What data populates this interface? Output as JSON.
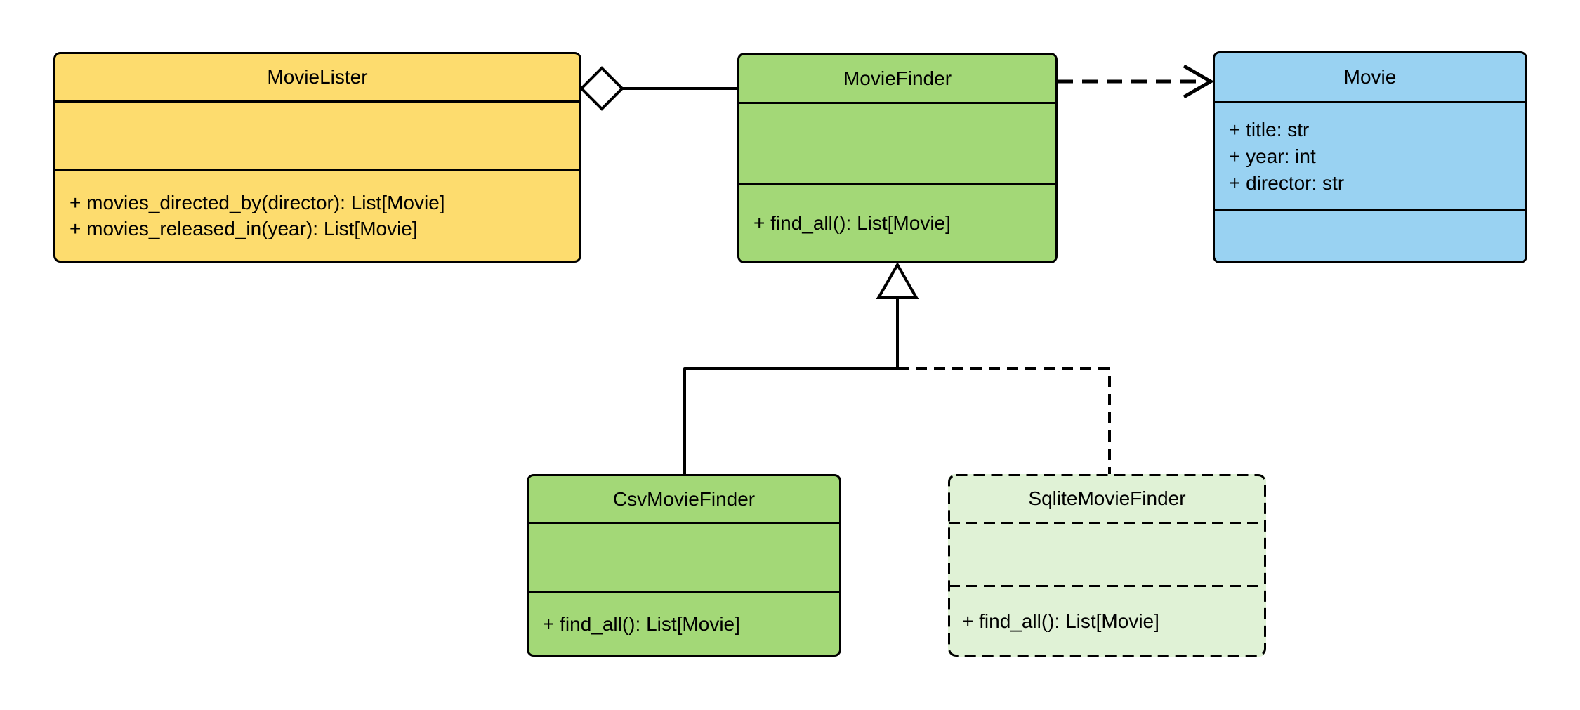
{
  "diagram": {
    "kind": "uml-class-diagram",
    "background_color": "#ffffff",
    "line_color": "#000000"
  },
  "classes": [
    {
      "name": "MovieLister",
      "fill": "#FDDC6E",
      "border_style": "solid",
      "attributes": [],
      "methods": [
        "+ movies_directed_by(director): List[Movie]",
        "+ movies_released_in(year): List[Movie]"
      ]
    },
    {
      "name": "MovieFinder",
      "fill": "#A3D877",
      "border_style": "solid",
      "attributes": [],
      "methods": [
        "+ find_all(): List[Movie]"
      ]
    },
    {
      "name": "Movie",
      "fill": "#99D2F2",
      "border_style": "solid",
      "attributes": [
        "+ title: str",
        "+ year: int",
        "+ director: str"
      ],
      "methods": []
    },
    {
      "name": "CsvMovieFinder",
      "fill": "#A3D877",
      "border_style": "solid",
      "attributes": [],
      "methods": [
        "+ find_all(): List[Movie]"
      ]
    },
    {
      "name": "SqliteMovieFinder",
      "fill": "#E0F2D6",
      "border_style": "dashed",
      "attributes": [],
      "methods": [
        "+ find_all(): List[Movie]"
      ]
    }
  ],
  "relationships": [
    {
      "from": "MovieLister",
      "to": "MovieFinder",
      "type": "aggregation",
      "line": "solid",
      "marker": "open-diamond"
    },
    {
      "from": "MovieFinder",
      "to": "Movie",
      "type": "dependency",
      "line": "dashed",
      "marker": "open-arrow"
    },
    {
      "from": "CsvMovieFinder",
      "to": "MovieFinder",
      "type": "generalization",
      "line": "solid",
      "marker": "hollow-triangle"
    },
    {
      "from": "SqliteMovieFinder",
      "to": "MovieFinder",
      "type": "generalization",
      "line": "dashed",
      "marker": "hollow-triangle"
    }
  ]
}
